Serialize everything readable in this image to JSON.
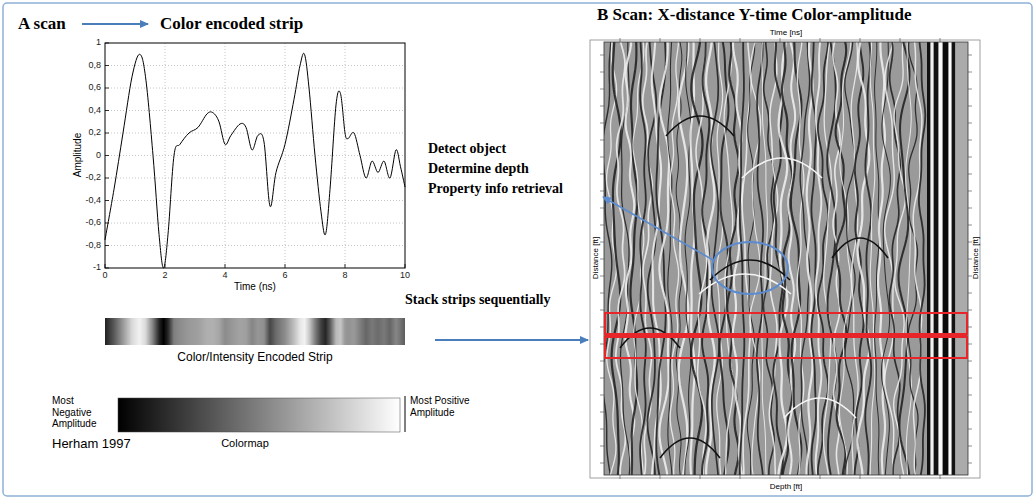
{
  "diagram": {
    "labels": [
      "A scan",
      "Color encoded strip",
      "B Scan: X-distance Y-time Color-amplitude",
      "Amplitude",
      "Time (ns)",
      "1",
      "0,8",
      "0,6",
      "0,4",
      "0,2",
      "0",
      "-0,2",
      "-0,4",
      "-0,6",
      "-0,8",
      "-1",
      "0",
      "2",
      "4",
      "6",
      "8",
      "10",
      "Color/Intensity Encoded Strip",
      "Most Negative Amplitude",
      "Most Positive Amplitude",
      "Herham 1997",
      "Colormap",
      "Detect object",
      "Determine depth",
      "Property info retrieval",
      "Stack strips sequentially",
      "Time [ns]",
      "Depth [ft]",
      "Distance [ft]",
      "Distance [ft]"
    ]
  }
}
